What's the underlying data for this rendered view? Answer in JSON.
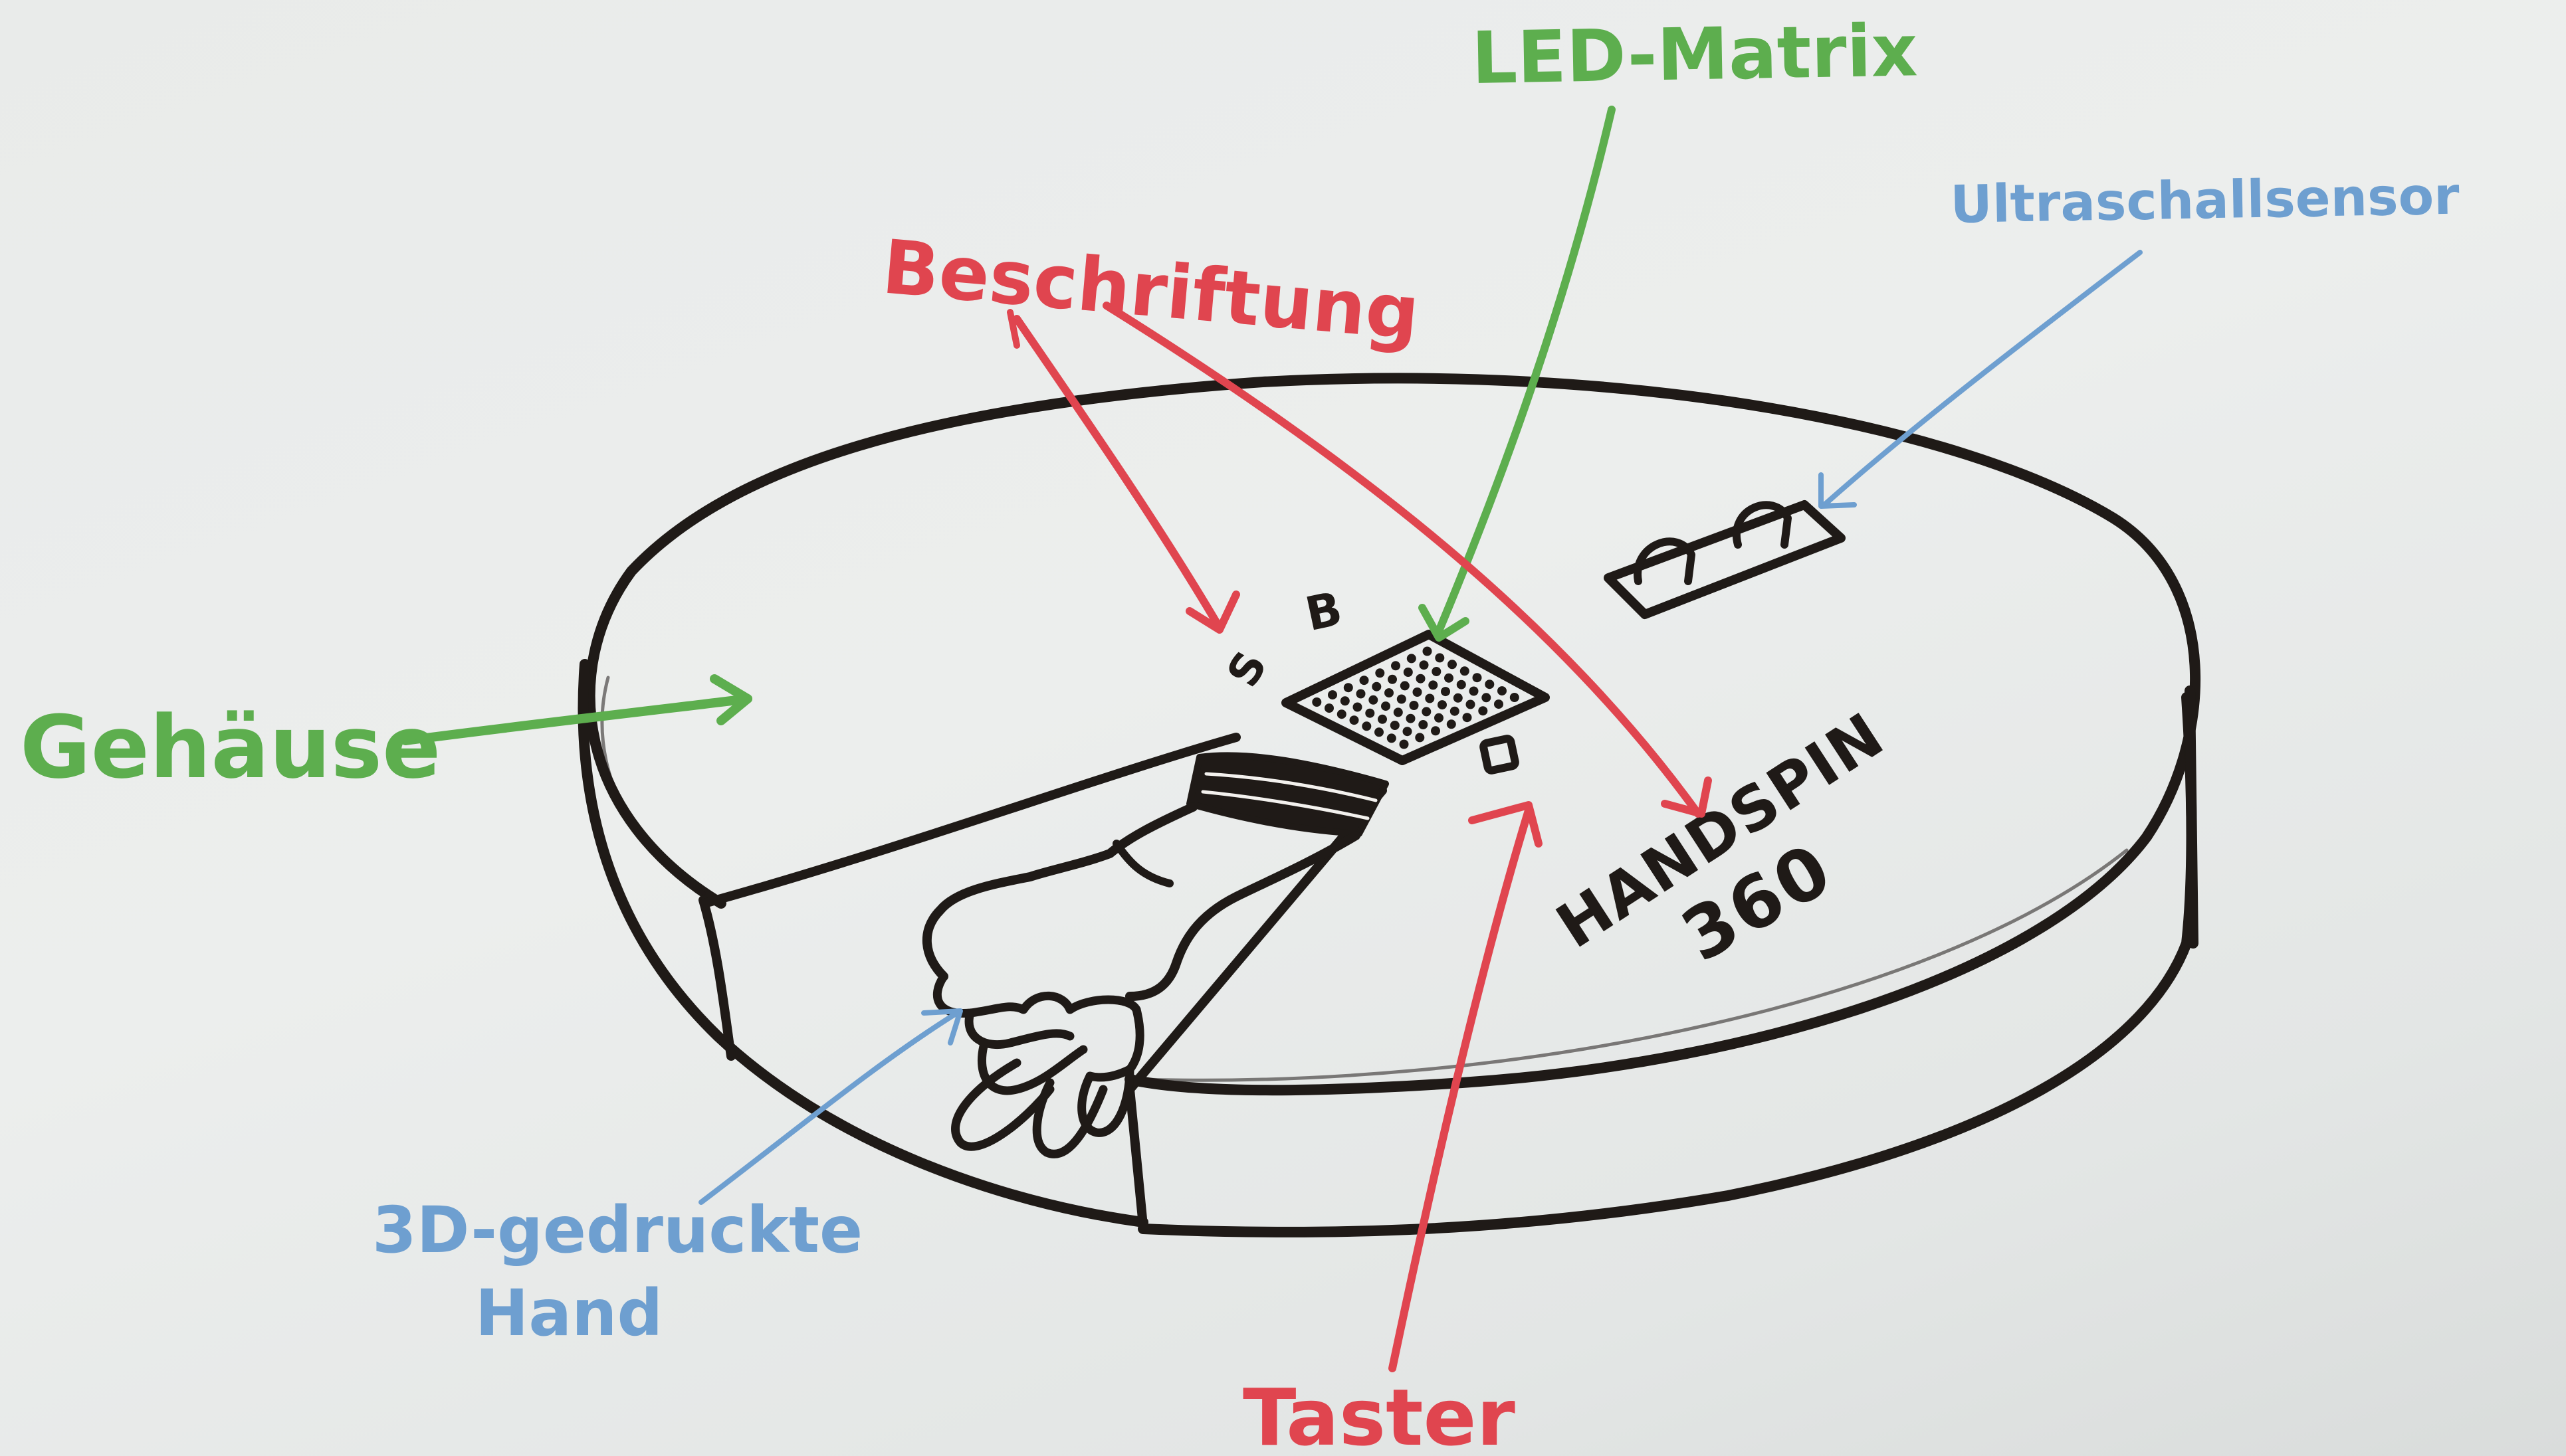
{
  "colors": {
    "green": "#5dae4e",
    "red": "#e0454f",
    "blue": "#6e9fd0",
    "black": "#1f1a17"
  },
  "labels": {
    "led_matrix": "LED-Matrix",
    "beschriftung": "Beschriftung",
    "ultraschallsensor": "Ultraschallsensor",
    "gehaeuse": "Gehäuse",
    "hand_line1": "3D-gedruckte",
    "hand_line2": "Hand",
    "taster": "Taster"
  },
  "device": {
    "letter_b": "B",
    "letter_s": "S",
    "brand_line1": "HANDSPIN",
    "brand_line2": "360"
  }
}
